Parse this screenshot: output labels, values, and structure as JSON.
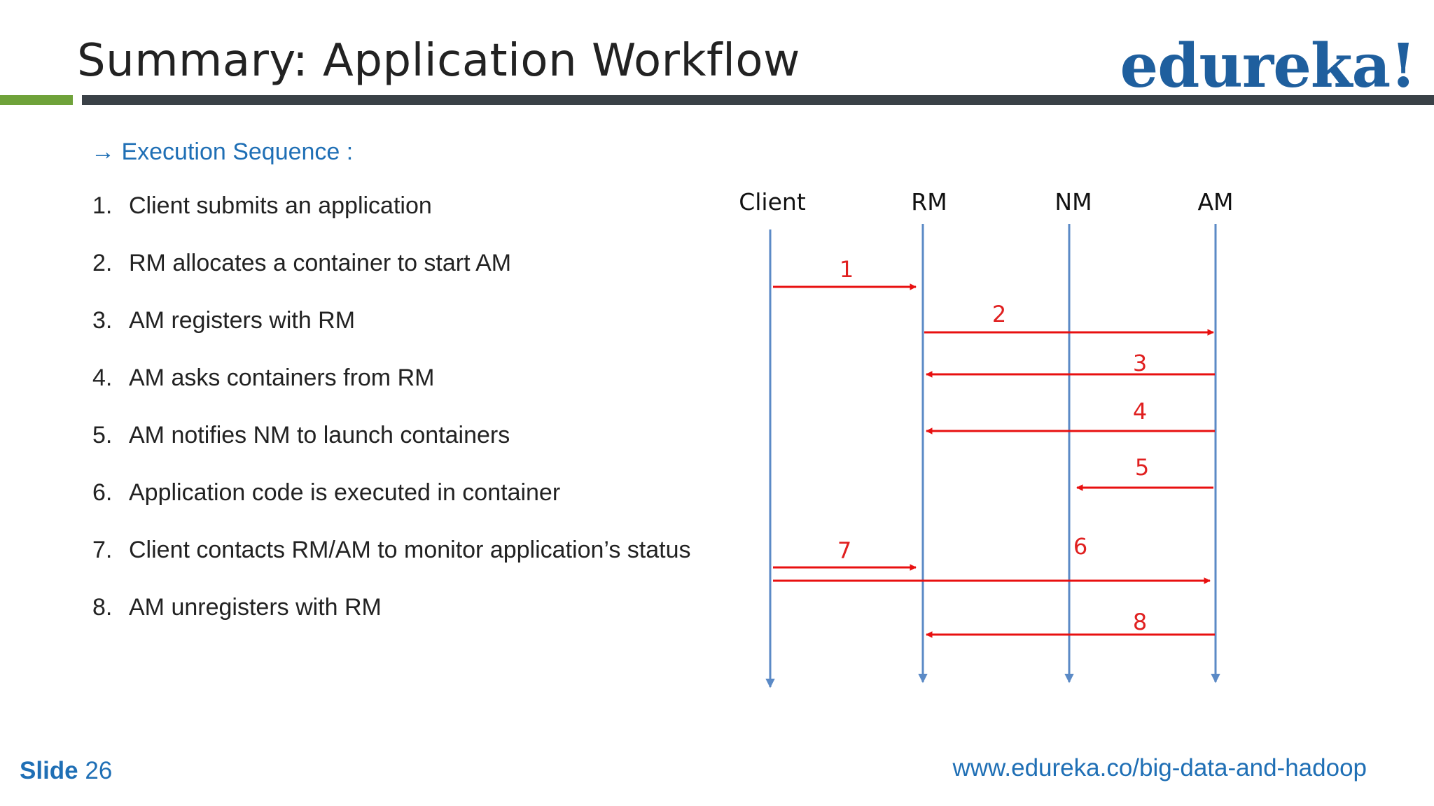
{
  "slide": {
    "title": "Summary: Application Workflow",
    "logo": "edureka!",
    "exec_heading": "→ Execution Sequence :",
    "steps": [
      {
        "num": "1.",
        "text": "Client submits an application"
      },
      {
        "num": "2.",
        "text": "RM allocates a container to start AM"
      },
      {
        "num": "3.",
        "text": "AM registers with RM"
      },
      {
        "num": "4.",
        "text": "AM asks containers from RM"
      },
      {
        "num": "5.",
        "text": "AM notifies NM to launch containers"
      },
      {
        "num": "6.",
        "text": "Application code is executed in container"
      },
      {
        "num": "7.",
        "text": "Client contacts RM/AM to monitor application’s status"
      },
      {
        "num": "8.",
        "text": "AM unregisters with RM"
      }
    ],
    "footer": {
      "slide_label": "Slide",
      "slide_number": "26",
      "url": "www.edureka.co/big-data-and-hadoop"
    }
  },
  "diagram": {
    "actors": [
      "Client",
      "RM",
      "NM",
      "AM"
    ],
    "messages": [
      {
        "label": "1",
        "from": "Client",
        "to": "RM"
      },
      {
        "label": "2",
        "from": "RM",
        "to": "AM"
      },
      {
        "label": "3",
        "from": "AM",
        "to": "RM"
      },
      {
        "label": "4",
        "from": "AM",
        "to": "RM"
      },
      {
        "label": "5",
        "from": "AM",
        "to": "NM"
      },
      {
        "label": "6",
        "from": "",
        "to": ""
      },
      {
        "label": "7",
        "from": "Client",
        "to": "RM"
      },
      {
        "label": "",
        "from": "Client",
        "to": "AM"
      },
      {
        "label": "8",
        "from": "AM",
        "to": "RM"
      }
    ]
  },
  "colors": {
    "lifeline": "#5b8ac6",
    "message": "#e81010",
    "accent_blue": "#1f6fb5",
    "bar_green": "#6fa23a",
    "bar_dark": "#3a4147"
  }
}
